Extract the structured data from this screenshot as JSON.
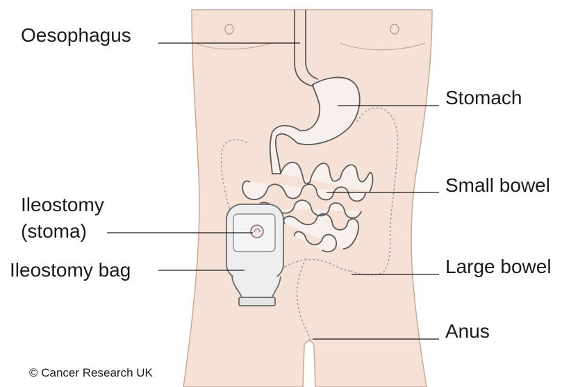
{
  "labels": {
    "oesophagus": "Oesophagus",
    "stomach": "Stomach",
    "small_bowel": "Small bowel",
    "large_bowel": "Large bowel",
    "anus": "Anus",
    "ileostomy_line1": "Ileostomy",
    "ileostomy_line2": "(stoma)",
    "ileostomy_bag": "Ileostomy bag"
  },
  "copyright": "© Cancer Research UK",
  "colors": {
    "skin": "#f6e1d6",
    "outline": "#c9a898",
    "organ_fill": "#f8f0ec",
    "organ_stroke": "#5a5a5a",
    "large_bowel_outline": "#9a9aa8",
    "bag_fill": "#eeeeee",
    "leader_line": "#1a1a1a"
  }
}
